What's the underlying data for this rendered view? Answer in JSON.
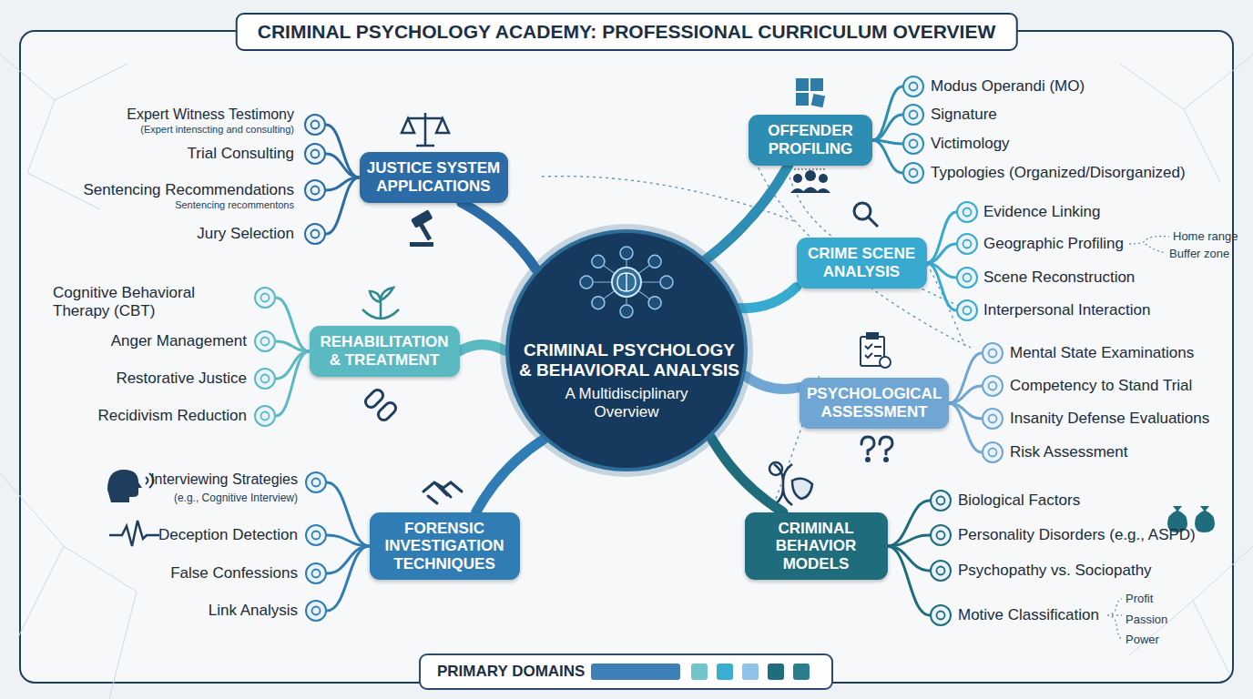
{
  "diagram": {
    "title": "CRIMINAL PSYCHOLOGY ACADEMY: PROFESSIONAL CURRICULUM OVERVIEW",
    "nodes": [
      {
        "text": [
          "JUSTICE SYSTEM APPLICATIONS"
        ]
      },
      {
        "text": [
          "OFFENDER PROFILING"
        ]
      },
      {
        "text": [
          "CRIME SCENE ANALYSIS"
        ]
      },
      {
        "text": [
          "REHABILITATION & TREATMENT"
        ]
      },
      {
        "text": [
          "CRIMINAL PSYCHOLOGY & BEHAVIORAL ANALYSIS",
          "A Multidisciplinary Overview"
        ]
      },
      {
        "text": [
          "PSYCHOLOGICAL ASSESSMENT"
        ]
      },
      {
        "text": [
          "FORENSIC INVESTIGATION TECHNIQUES"
        ]
      },
      {
        "text": [
          "CRIMINAL BEHAVIOR MODELS"
        ]
      },
      {
        "text": [
          "PRIMARY DOMAINS"
        ]
      }
    ],
    "edges": [
      {
        "from": 4,
        "to": 0,
        "arrow": "none"
      },
      {
        "from": 4,
        "to": 1,
        "arrow": "none"
      },
      {
        "from": 4,
        "to": 2,
        "arrow": "none"
      },
      {
        "from": 4,
        "to": 3,
        "arrow": "none"
      },
      {
        "from": 4,
        "to": 5,
        "arrow": "none"
      },
      {
        "from": 4,
        "to": 6,
        "arrow": "none"
      },
      {
        "from": 4,
        "to": 7,
        "arrow": "none"
      }
    ],
    "labels": [
      "Expert Witness Testimony",
      "(Expert intenscting and consulting)",
      "Trial Consulting",
      "Sentencing Recommendations",
      "Sentencing recommentons",
      "Jury Selection",
      "Modus Operandi (MO)",
      "Signature",
      "Victimology",
      "Typologies (Organized/Disorganized)",
      "Evidence Linking",
      "Geographic Profiling",
      "Home range",
      "Buffer zone",
      "Scene Reconstruction",
      "Interpersonal Interaction",
      "Cognitive Behavioral Therapy (CBT)",
      "Anger Management",
      "Restorative Justice",
      "Recidivism Reduction",
      "Mental State Examinations",
      "Competency to Stand Trial",
      "Insanity Defense Evaluations",
      "Risk Assessment",
      "Interviewing Strategies",
      "(e.g., Cognitive Interview)",
      "Deception Detection",
      "False Confessions",
      "Link Analysis",
      "Biological Factors",
      "Personality Disorders (e.g., ASPD)",
      "Psychopathy vs. Sociopathy",
      "Motive Classification",
      "Profit",
      "Passion",
      "Power"
    ]
  }
}
